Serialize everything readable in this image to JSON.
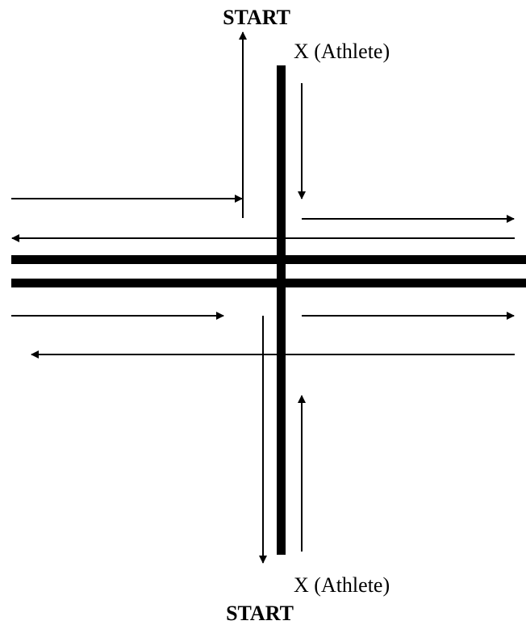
{
  "labels": {
    "top_start": "START",
    "top_athlete": "X (Athlete)",
    "bottom_athlete": "X (Athlete)",
    "bottom_start": "START"
  },
  "colors": {
    "ink": "#000000",
    "background": "#ffffff"
  }
}
